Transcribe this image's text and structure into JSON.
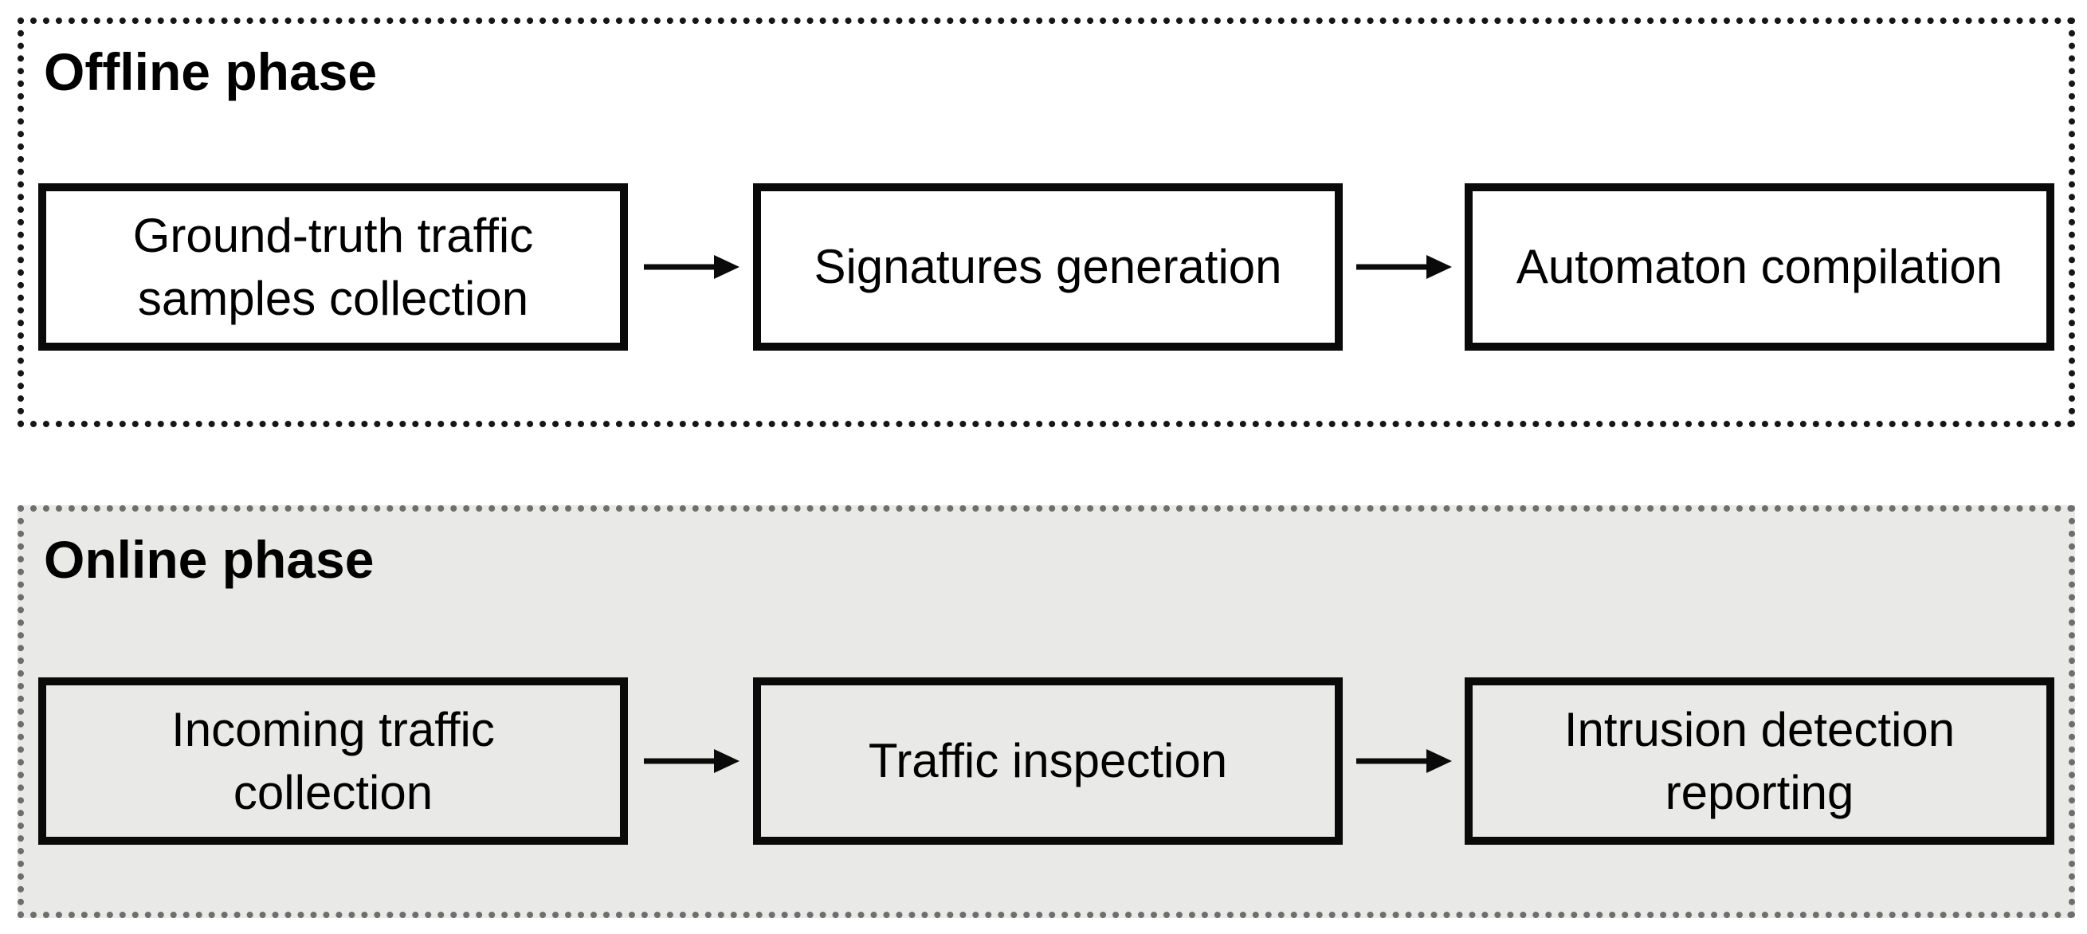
{
  "figure": {
    "phases": [
      {
        "title": "Offline phase",
        "steps": [
          "Ground-truth traffic\nsamples collection",
          "Signatures generation",
          "Automaton compilation"
        ]
      },
      {
        "title": "Online phase",
        "steps": [
          "Incoming traffic\ncollection",
          "Traffic inspection",
          "Intrusion detection\nreporting"
        ]
      }
    ],
    "colors": {
      "offline_bg": "#ffffff",
      "online_bg": "#e9e9e7",
      "offline_border": "#161616",
      "online_border": "#6e6e6e",
      "box_border": "#0a0a0a",
      "text": "#000000"
    }
  }
}
